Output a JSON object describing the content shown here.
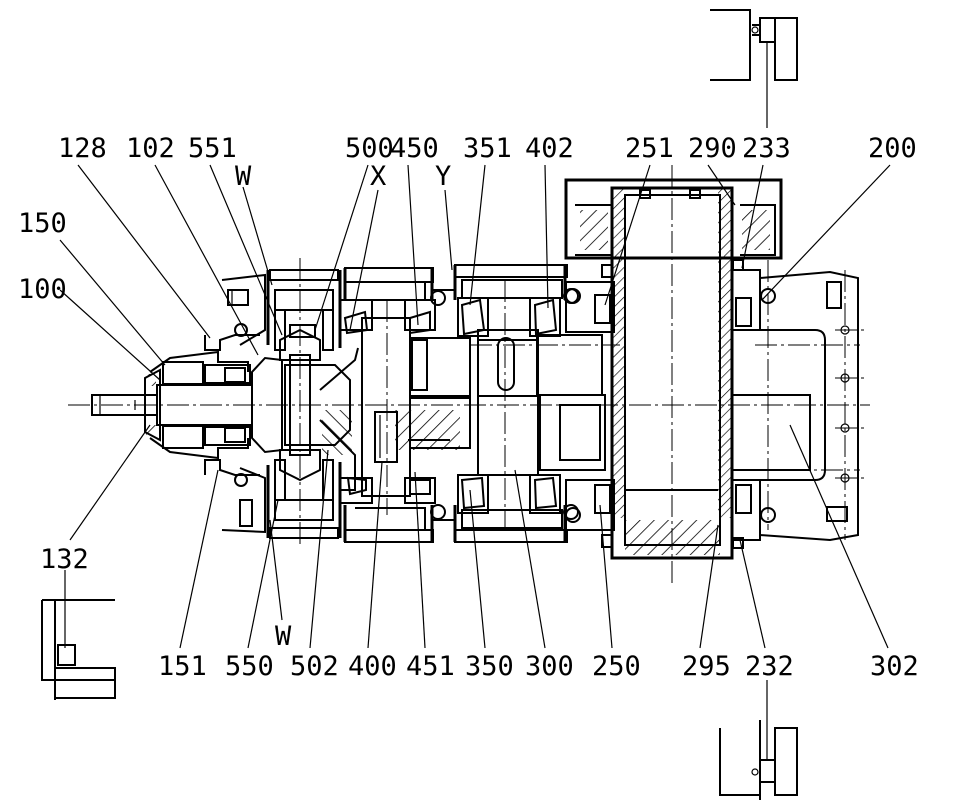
{
  "labels": {
    "l128": "128",
    "l102": "102",
    "l551": "551",
    "l500": "500",
    "l450": "450",
    "l351": "351",
    "l402": "402",
    "l251": "251",
    "l290": "290",
    "l233": "233",
    "l200": "200",
    "l150": "150",
    "l100": "100",
    "l132": "132",
    "l151": "151",
    "l550": "550",
    "l502": "502",
    "l400": "400",
    "l451": "451",
    "l350": "350",
    "l300": "300",
    "l250": "250",
    "l295": "295",
    "l232": "232",
    "l302": "302"
  },
  "section_marks": {
    "w_top": "W",
    "w_bottom": "W",
    "x": "X",
    "y": "Y"
  }
}
